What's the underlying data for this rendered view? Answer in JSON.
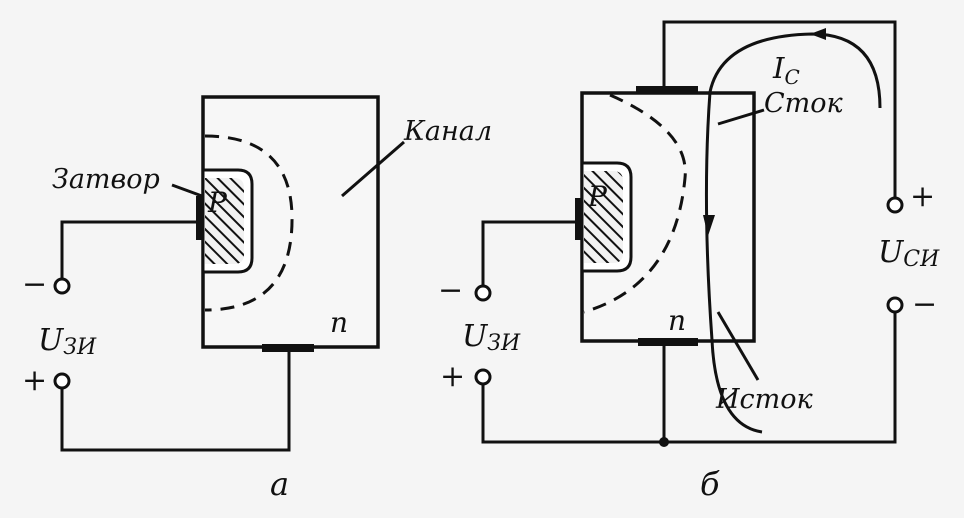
{
  "labels": {
    "gate": "Затвор",
    "channel": "Канал",
    "drain": "Сток",
    "source": "Исток",
    "p_region": "P",
    "n_region": "n",
    "drain_current": "I",
    "drain_current_sub": "С",
    "u_gs_main": "U",
    "u_gs_sub": "ЗИ",
    "u_ds_main": "U",
    "u_ds_sub": "СИ",
    "plus": "+",
    "minus": "−",
    "panel_a": "а",
    "panel_b": "б"
  },
  "colors": {
    "ink": "#111111",
    "background": "#f5f5f5"
  }
}
